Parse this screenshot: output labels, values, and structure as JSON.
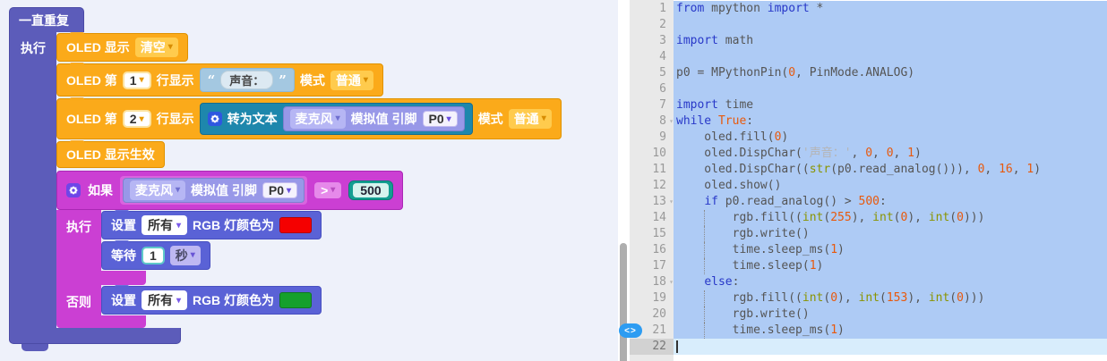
{
  "canvas": {
    "forever": {
      "label": "一直重复",
      "do_label": "执行"
    },
    "blocks": {
      "oled_clear": {
        "prefix": "OLED 显示",
        "dropdown": "清空"
      },
      "oled_line1": {
        "prefix": "OLED 第",
        "line": "1",
        "middle": "行显示",
        "open_quote": "“",
        "text": "声音：",
        "close_quote": "”",
        "mode_label": "模式",
        "mode": "普通"
      },
      "oled_line2": {
        "prefix": "OLED 第",
        "line": "2",
        "middle": "行显示",
        "to_text": "转为文本",
        "mic": "麦克风",
        "analog": "模拟值 引脚",
        "pin": "P0",
        "mode_label": "模式",
        "mode": "普通"
      },
      "oled_show": {
        "label": "OLED 显示生效"
      },
      "if_block": {
        "if_label": "如果",
        "mic": "麦克风",
        "analog": "模拟值 引脚",
        "pin": "P0",
        "op": ">",
        "value": "500",
        "do_label": "执行",
        "else_label": "否则"
      },
      "set_rgb_red": {
        "set": "设置",
        "which": "所有",
        "label": "RGB 灯颜色为",
        "color": "#f50000"
      },
      "wait": {
        "label": "等待",
        "value": "1",
        "unit": "秒"
      },
      "set_rgb_green": {
        "set": "设置",
        "which": "所有",
        "label": "RGB 灯颜色为",
        "color": "#15a02c"
      }
    }
  },
  "editor": {
    "badge_label": "<>",
    "badge_line": 21,
    "selection": {
      "from": 1,
      "to": 21
    },
    "active_line": 22,
    "lines": [
      {
        "n": 1,
        "tokens": [
          [
            "from",
            "kw"
          ],
          [
            " mpython ",
            "tx"
          ],
          [
            "import",
            "kw"
          ],
          [
            " *",
            "tx"
          ]
        ]
      },
      {
        "n": 2,
        "tokens": []
      },
      {
        "n": 3,
        "tokens": [
          [
            "import",
            "kw"
          ],
          [
            " math",
            "tx"
          ]
        ]
      },
      {
        "n": 4,
        "tokens": []
      },
      {
        "n": 5,
        "tokens": [
          [
            "p0 = MPythonPin(",
            "tx"
          ],
          [
            "0",
            "num"
          ],
          [
            ", PinMode.ANALOG)",
            "tx"
          ]
        ]
      },
      {
        "n": 6,
        "tokens": []
      },
      {
        "n": 7,
        "tokens": [
          [
            "import",
            "kw"
          ],
          [
            " time",
            "tx"
          ]
        ]
      },
      {
        "n": 8,
        "fold": true,
        "tokens": [
          [
            "while",
            "kw"
          ],
          [
            " ",
            "tx"
          ],
          [
            "True",
            "atom"
          ],
          [
            ":",
            "tx"
          ]
        ]
      },
      {
        "n": 9,
        "tokens": [
          [
            "    oled.fill(",
            "tx"
          ],
          [
            "0",
            "num"
          ],
          [
            ")",
            "tx"
          ]
        ]
      },
      {
        "n": 10,
        "tokens": [
          [
            "    oled.DispChar(",
            "tx"
          ],
          [
            "'声音：'",
            "str"
          ],
          [
            ", ",
            "tx"
          ],
          [
            "0",
            "num"
          ],
          [
            ", ",
            "tx"
          ],
          [
            "0",
            "num"
          ],
          [
            ", ",
            "tx"
          ],
          [
            "1",
            "num"
          ],
          [
            ")",
            "tx"
          ]
        ]
      },
      {
        "n": 11,
        "tokens": [
          [
            "    oled.DispChar((",
            "tx"
          ],
          [
            "str",
            "builtin"
          ],
          [
            "(p0.read_analog())), ",
            "tx"
          ],
          [
            "0",
            "num"
          ],
          [
            ", ",
            "tx"
          ],
          [
            "16",
            "num"
          ],
          [
            ", ",
            "tx"
          ],
          [
            "1",
            "num"
          ],
          [
            ")",
            "tx"
          ]
        ]
      },
      {
        "n": 12,
        "tokens": [
          [
            "    oled.show()",
            "tx"
          ]
        ]
      },
      {
        "n": 13,
        "fold": true,
        "tokens": [
          [
            "    ",
            "tx"
          ],
          [
            "if",
            "kw"
          ],
          [
            " p0.read_analog() > ",
            "tx"
          ],
          [
            "500",
            "num"
          ],
          [
            ":",
            "tx"
          ]
        ]
      },
      {
        "n": 14,
        "guide": true,
        "tokens": [
          [
            "        rgb.fill((",
            "tx"
          ],
          [
            "int",
            "builtin"
          ],
          [
            "(",
            "tx"
          ],
          [
            "255",
            "num"
          ],
          [
            "), ",
            "tx"
          ],
          [
            "int",
            "builtin"
          ],
          [
            "(",
            "tx"
          ],
          [
            "0",
            "num"
          ],
          [
            "), ",
            "tx"
          ],
          [
            "int",
            "builtin"
          ],
          [
            "(",
            "tx"
          ],
          [
            "0",
            "num"
          ],
          [
            ")))",
            "tx"
          ]
        ]
      },
      {
        "n": 15,
        "guide": true,
        "tokens": [
          [
            "        rgb.write()",
            "tx"
          ]
        ]
      },
      {
        "n": 16,
        "guide": true,
        "tokens": [
          [
            "        time.sleep_ms(",
            "tx"
          ],
          [
            "1",
            "num"
          ],
          [
            ")",
            "tx"
          ]
        ]
      },
      {
        "n": 17,
        "guide": true,
        "tokens": [
          [
            "        time.sleep(",
            "tx"
          ],
          [
            "1",
            "num"
          ],
          [
            ")",
            "tx"
          ]
        ]
      },
      {
        "n": 18,
        "fold": true,
        "tokens": [
          [
            "    ",
            "tx"
          ],
          [
            "else",
            "kw"
          ],
          [
            ":",
            "tx"
          ]
        ]
      },
      {
        "n": 19,
        "guide": true,
        "tokens": [
          [
            "        rgb.fill((",
            "tx"
          ],
          [
            "int",
            "builtin"
          ],
          [
            "(",
            "tx"
          ],
          [
            "0",
            "num"
          ],
          [
            "), ",
            "tx"
          ],
          [
            "int",
            "builtin"
          ],
          [
            "(",
            "tx"
          ],
          [
            "153",
            "num"
          ],
          [
            "), ",
            "tx"
          ],
          [
            "int",
            "builtin"
          ],
          [
            "(",
            "tx"
          ],
          [
            "0",
            "num"
          ],
          [
            ")))",
            "tx"
          ]
        ]
      },
      {
        "n": 20,
        "guide": true,
        "tokens": [
          [
            "        rgb.write()",
            "tx"
          ]
        ]
      },
      {
        "n": 21,
        "guide": true,
        "tokens": [
          [
            "        time.sleep_ms(",
            "tx"
          ],
          [
            "1",
            "num"
          ],
          [
            ")",
            "tx"
          ]
        ]
      },
      {
        "n": 22,
        "tokens": []
      }
    ]
  }
}
